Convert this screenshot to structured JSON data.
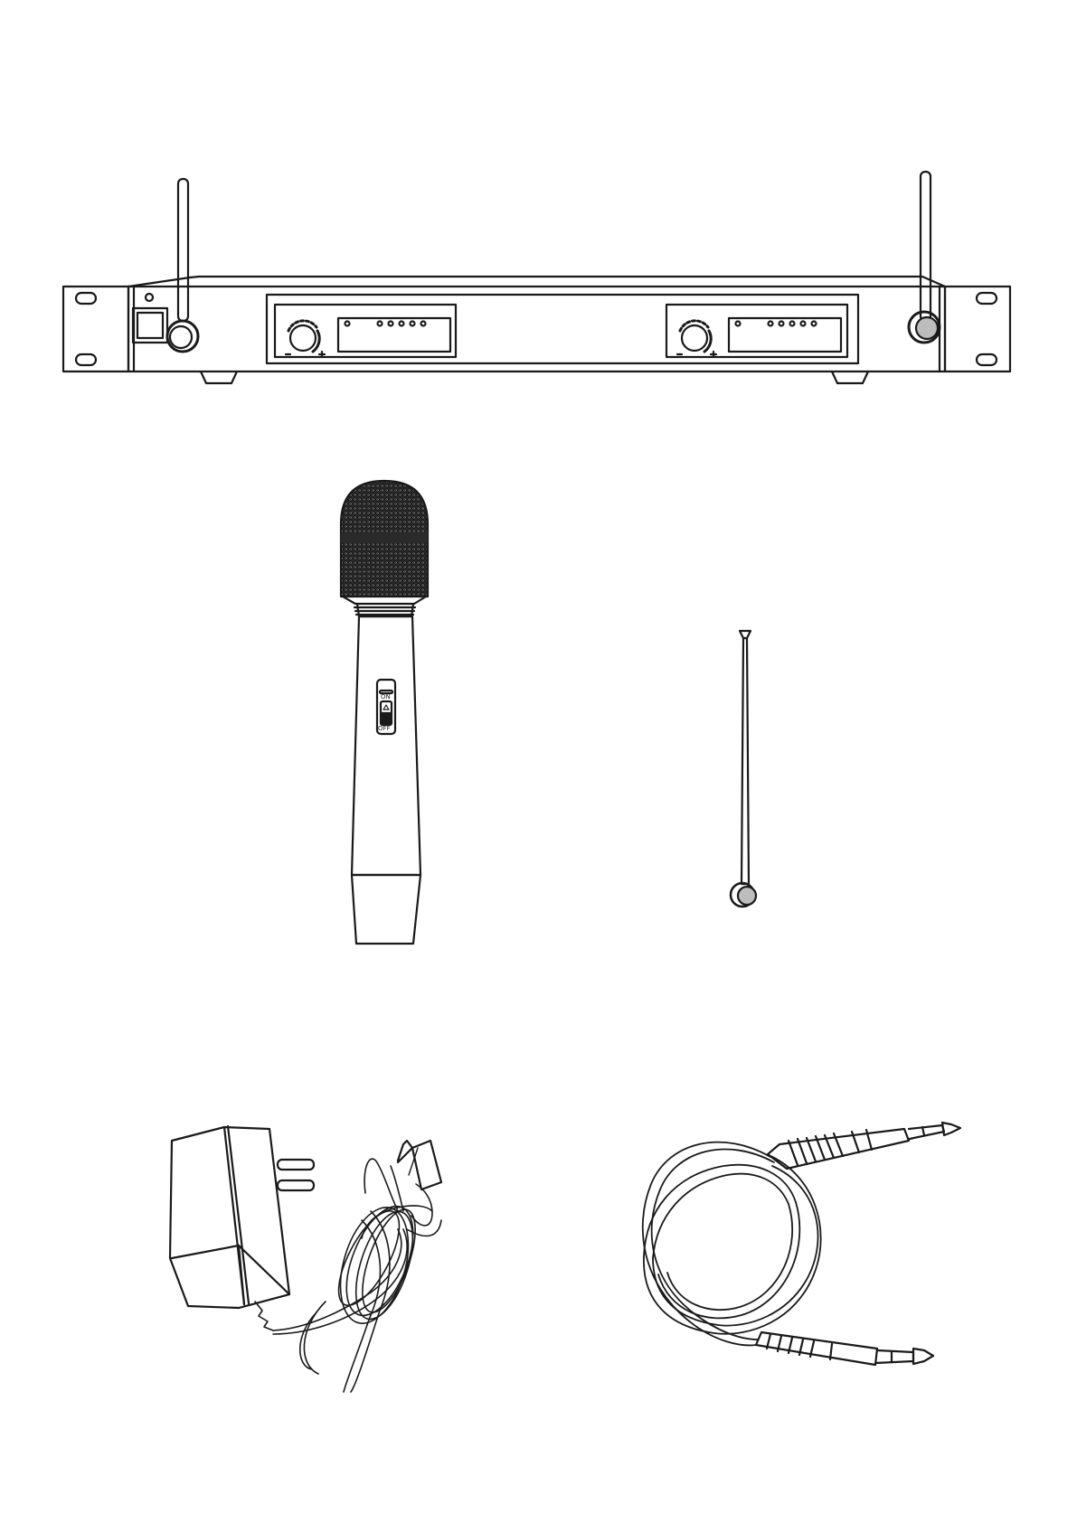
{
  "colors": {
    "ink": "#1a1a1a",
    "paper": "#ffffff",
    "knob_fill": "#bdbdbd",
    "grille": "#2a2a2a"
  },
  "microphone": {
    "switch_on_label": "ON",
    "switch_off_label": "OFF"
  },
  "components": [
    {
      "id": "receiver",
      "icon": "rack-receiver-icon"
    },
    {
      "id": "microphone",
      "icon": "handheld-microphone-icon"
    },
    {
      "id": "antenna",
      "icon": "antenna-icon"
    },
    {
      "id": "power_adapter",
      "icon": "power-adapter-icon"
    },
    {
      "id": "audio_cable",
      "icon": "audio-cable-icon"
    }
  ]
}
